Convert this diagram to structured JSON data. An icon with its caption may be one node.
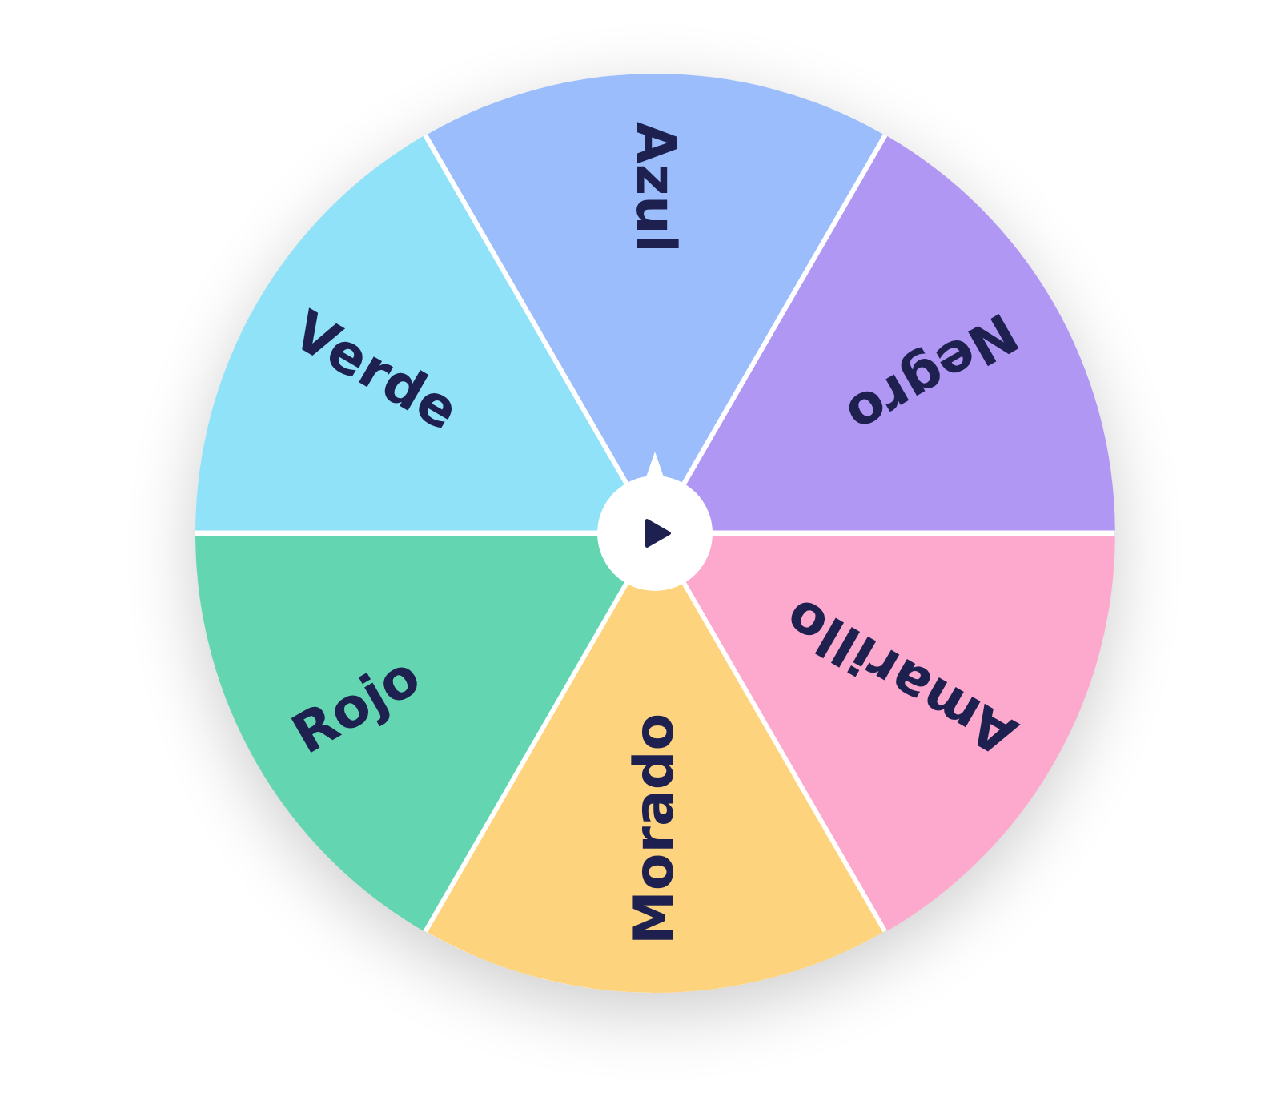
{
  "diagram": {
    "nodes": [
      {
        "text": [
          "Azul"
        ]
      },
      {
        "text": [
          "Negro"
        ]
      },
      {
        "text": [
          "Amarillo"
        ]
      },
      {
        "text": [
          "Morado"
        ]
      },
      {
        "text": [
          "Rojo"
        ]
      },
      {
        "text": [
          "Verde"
        ]
      }
    ]
  }
}
